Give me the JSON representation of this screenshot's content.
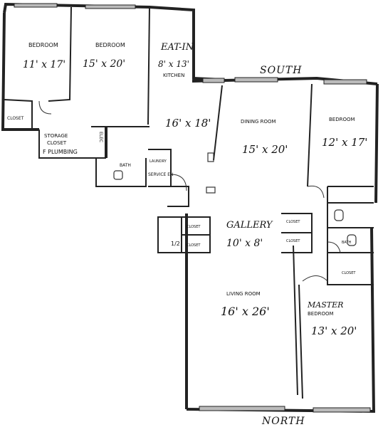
{
  "compass": {
    "south": "SOUTH",
    "north": "NORTH"
  },
  "rooms": [
    {
      "id": "bedroom-1",
      "name": "BEDROOM",
      "size": "11' x 17'"
    },
    {
      "id": "bedroom-2",
      "name": "BEDROOM",
      "size": "15' x 20'"
    },
    {
      "id": "kitchen",
      "name": "EAT-IN",
      "size": "8' x 13'",
      "sub": "KITCHEN"
    },
    {
      "id": "living-area",
      "name": "",
      "size": "16' x 18'"
    },
    {
      "id": "dining",
      "name": "DINING ROOM",
      "size": "15' x 20'"
    },
    {
      "id": "bedroom-3",
      "name": "BEDROOM",
      "size": "12' x 17'"
    },
    {
      "id": "gallery",
      "name": "GALLERY",
      "size": "10' x 8'"
    },
    {
      "id": "living-room",
      "name": "LIVING ROOM",
      "size": "16' x 26'"
    },
    {
      "id": "master",
      "name": "MASTER",
      "size": "13' x 20'",
      "sub": "BEDROOM"
    }
  ],
  "small_labels": {
    "closet": "CLOSET",
    "storage": "STORAGE",
    "storage_closet": "CLOSET",
    "plumbing": "F PLUMBING",
    "elec": "ELEC",
    "kitchen_bath": "BATH",
    "laundry": "LAUNDRY",
    "service_entry": "SERVICE EN",
    "half_bath": "1/2",
    "bath": "BATH"
  }
}
